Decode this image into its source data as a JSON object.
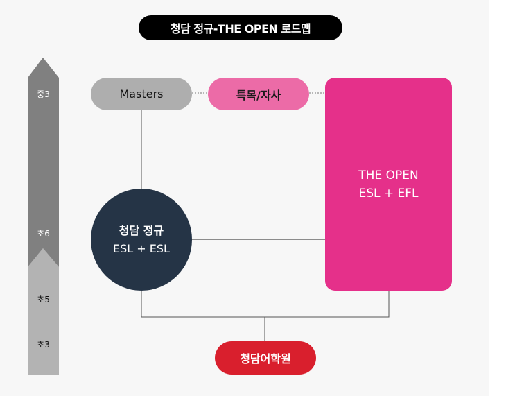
{
  "title": "청담 정규-THE OPEN 로드맵",
  "grades": {
    "top": "중3",
    "g6": "초6",
    "g5": "초5",
    "g3": "초3"
  },
  "nodes": {
    "masters": "Masters",
    "special": "특목/자사",
    "the_open": {
      "line1": "THE OPEN",
      "line2": "ESL + EFL"
    },
    "regular": {
      "line1": "청담 정규",
      "line2": "ESL + ESL"
    },
    "academy": "청담어학원"
  },
  "colors": {
    "title_bg": "#000000",
    "masters": "#aeaeae",
    "special": "#ec6ba7",
    "the_open": "#e5308a",
    "regular": "#253446",
    "academy": "#d91f2d",
    "arrow_dark": "#808080",
    "arrow_light": "#b3b3b3"
  }
}
